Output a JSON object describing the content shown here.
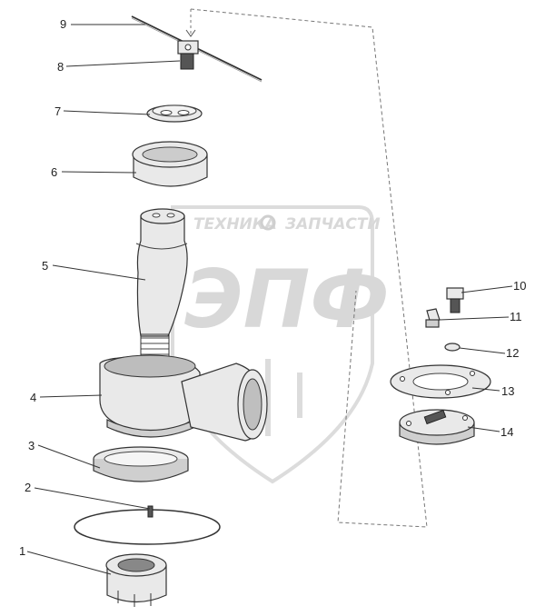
{
  "watermark": {
    "line1_left": "ТЕХНИКА",
    "line1_right": "ЗАПЧАСТИ",
    "big": "ЭПФ"
  },
  "callouts": [
    {
      "id": "1",
      "label": "1"
    },
    {
      "id": "2",
      "label": "2"
    },
    {
      "id": "3",
      "label": "3"
    },
    {
      "id": "4",
      "label": "4"
    },
    {
      "id": "5",
      "label": "5"
    },
    {
      "id": "6",
      "label": "6"
    },
    {
      "id": "7",
      "label": "7"
    },
    {
      "id": "8",
      "label": "8"
    },
    {
      "id": "9",
      "label": "9"
    },
    {
      "id": "10",
      "label": "10"
    },
    {
      "id": "11",
      "label": "11"
    },
    {
      "id": "12",
      "label": "12"
    },
    {
      "id": "13",
      "label": "13"
    },
    {
      "id": "14",
      "label": "14"
    }
  ],
  "colors": {
    "line": "#333333",
    "watermark": "#d8d8d8"
  }
}
